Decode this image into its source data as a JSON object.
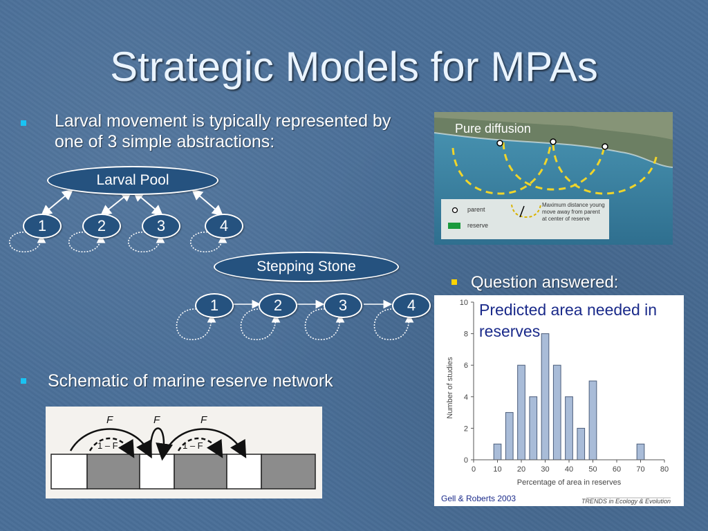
{
  "slide": {
    "title": "Strategic Models for MPAs"
  },
  "bullets": {
    "larval_intro": "Larval movement is typically represented by one of 3 simple abstractions:",
    "schematic": "Schematic of marine reserve network",
    "question": "Question answered:",
    "answer": "Predicted area needed in reserves",
    "bullet_color_blue": "#19c3f3",
    "bullet_color_yellow": "#ffd400"
  },
  "larval_pool": {
    "label": "Larval Pool",
    "nodes": [
      "1",
      "2",
      "3",
      "4"
    ]
  },
  "stepping_stone": {
    "label": "Stepping Stone",
    "nodes": [
      "1",
      "2",
      "3",
      "4"
    ]
  },
  "diffusion_map": {
    "title": "Pure diffusion",
    "legend_parent": "parent",
    "legend_reserve": "reserve",
    "legend_distance": "Maximum distance young move away from parent at center of reserve"
  },
  "reserve_schematic": {
    "f_left": "F",
    "f_mid": "F",
    "f_right": "F",
    "one_minus_f_left": "1 – F",
    "one_minus_f_right": "1 – F"
  },
  "chart_data": {
    "type": "bar",
    "title": "",
    "xlabel": "Percentage of area in reserves",
    "ylabel": "Number of studies",
    "x": [
      10,
      15,
      20,
      25,
      30,
      35,
      40,
      45,
      50,
      70
    ],
    "values": [
      1,
      3,
      6,
      4,
      8,
      6,
      4,
      2,
      5,
      1
    ],
    "xlim": [
      0,
      80
    ],
    "ylim": [
      0,
      10
    ],
    "xticks": [
      "0",
      "10",
      "20",
      "30",
      "40",
      "50",
      "60",
      "70",
      "80"
    ],
    "yticks": [
      "0",
      "2",
      "4",
      "6",
      "8",
      "10"
    ],
    "bar_color": "#a9bcd8",
    "source": "TRENDS in Ecology & Evolution",
    "citation": "Gell & Roberts 2003"
  }
}
